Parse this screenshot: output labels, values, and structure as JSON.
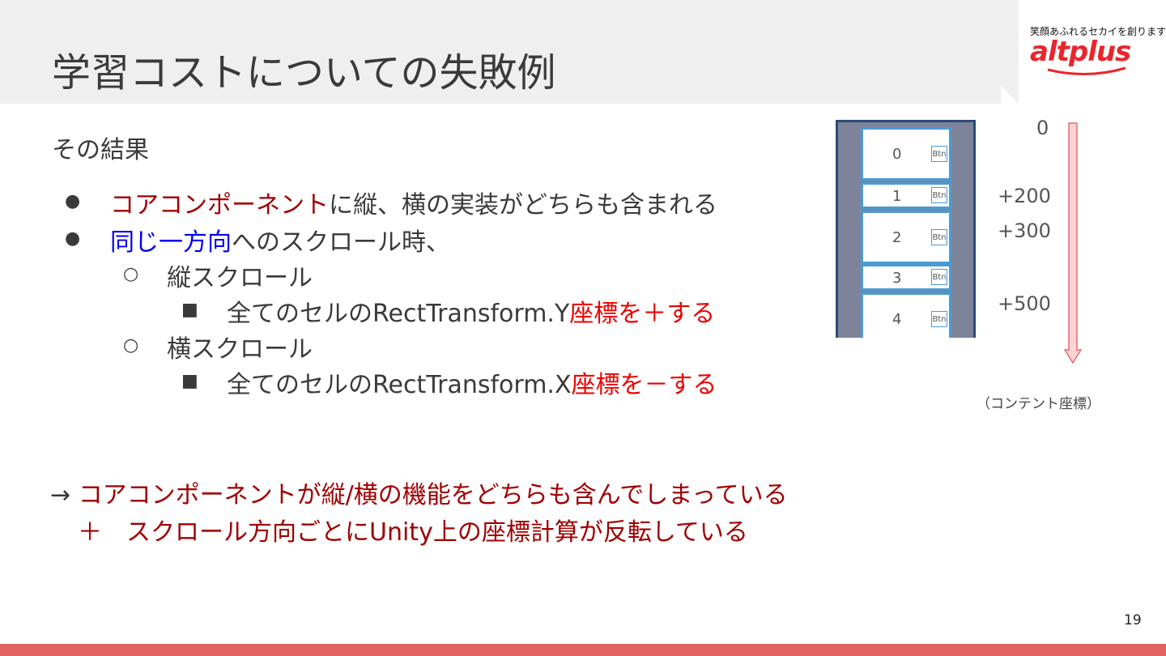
{
  "slide": {
    "title": "学習コストについての失敗例",
    "subtitle": "その結果",
    "page_number": "19"
  },
  "logo": {
    "tagline": "笑顔あふれるセカイを創ります",
    "wordmark": "altplus"
  },
  "bullets": [
    {
      "symbol": "●",
      "highlight": "コアコンポーネント",
      "rest": "に縦、横の実装がどちらも含まれる"
    },
    {
      "symbol": "●",
      "highlight": "同じ一方向",
      "rest": "へのスクロール時、"
    }
  ],
  "sub_items": [
    {
      "symbol": "○",
      "text": "縦スクロール"
    },
    {
      "symbol": "■",
      "prefix": "全てのセルのRectTransform.Y",
      "emph": "座標を＋する"
    },
    {
      "symbol": "○",
      "text": "横スクロール"
    },
    {
      "symbol": "■",
      "prefix": "全てのセルのRectTransform.X",
      "emph": "座標を－する"
    }
  ],
  "conclusion": {
    "arrow": "→",
    "line1": "コアコンポーネントが縦/横の機能をどちらも含んでしまっている",
    "plus": "＋",
    "line2": "スクロール方向ごとにUnity上の座標計算が反転している"
  },
  "diagram": {
    "cells": [
      {
        "label": "0",
        "button": "Btn"
      },
      {
        "label": "1",
        "button": "Btn"
      },
      {
        "label": "2",
        "button": "Btn"
      },
      {
        "label": "3",
        "button": "Btn"
      },
      {
        "label": "4",
        "button": "Btn"
      }
    ],
    "coordinates": [
      "0",
      "+200",
      "+300",
      "+500"
    ],
    "caption": "（コンテント座標）",
    "arrow_color": "#f4a0a0"
  },
  "colors": {
    "highlight_dark_red": "#a00000",
    "highlight_blue": "#0000ee",
    "emphasis_red": "#ee0000",
    "footer_bar": "#e0635f",
    "header_bg": "#efefef"
  }
}
